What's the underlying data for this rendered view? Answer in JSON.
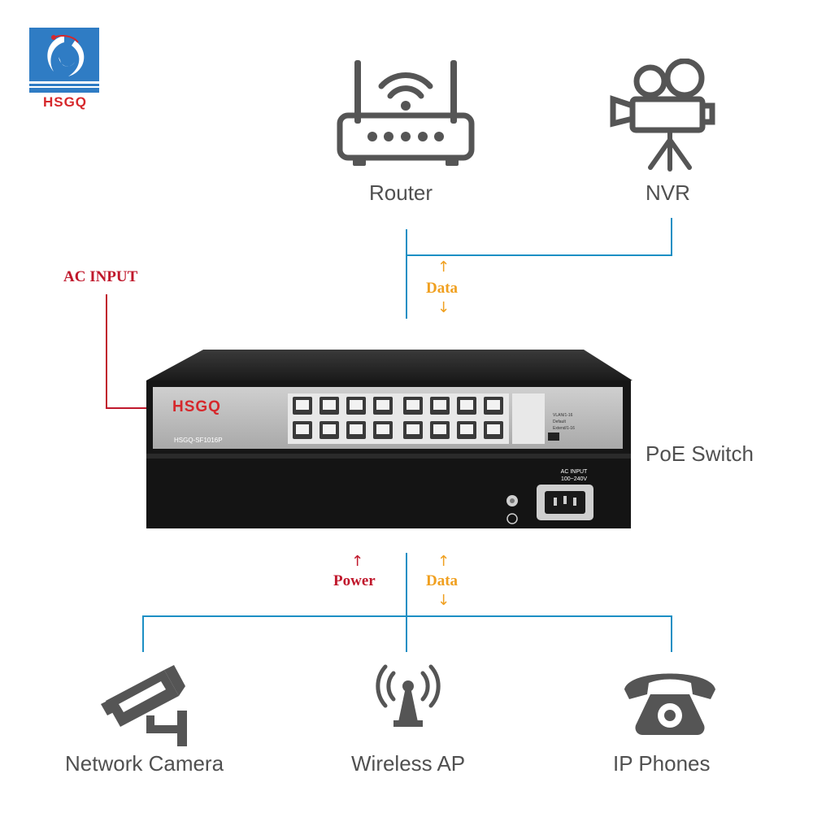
{
  "brand": {
    "logo_text": "HSGQ",
    "logo_color": "#d6282c",
    "logo_bg": "#2f7cc4"
  },
  "devices": {
    "router": {
      "label": "Router",
      "icon": "router-icon"
    },
    "nvr": {
      "label": "NVR",
      "icon": "video-camera-icon"
    },
    "switch": {
      "label": "PoE Switch",
      "icon": "poe-switch-image"
    },
    "network_camera": {
      "label": "Network Camera",
      "icon": "cctv-camera-icon"
    },
    "wireless_ap": {
      "label": "Wireless AP",
      "icon": "antenna-tower-icon"
    },
    "ip_phones": {
      "label": "IP Phones",
      "icon": "telephone-icon"
    }
  },
  "annotations": {
    "ac_input": "AC INPUT",
    "data_top": "Data",
    "data_bottom": "Data",
    "power": "Power"
  },
  "switch_panel": {
    "brand": "HSGQ",
    "model": "HSGQ-SF1016P",
    "ac_label_1": "AC INPUT",
    "ac_label_2": "100~240V"
  },
  "colors": {
    "line_blue": "#1c8fc4",
    "line_red": "#c0182c",
    "data_orange": "#f0a020",
    "power_red": "#c0182c",
    "icon_gray": "#555555",
    "label_gray": "#505050"
  }
}
